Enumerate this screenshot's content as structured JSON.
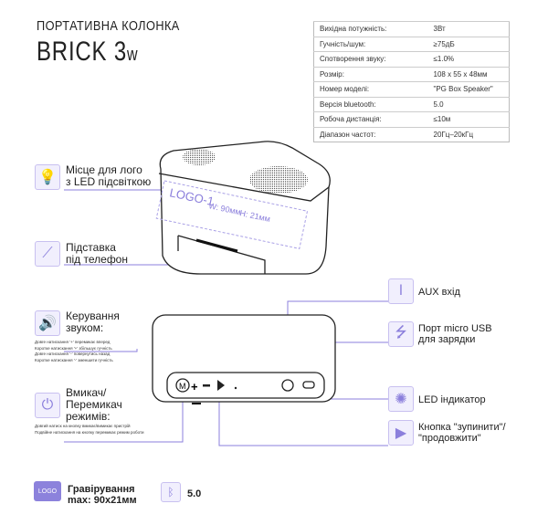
{
  "header": {
    "subtitle": "ПОРТАТИВНА КОЛОНКА",
    "title": "BRICK 3",
    "title_suffix": "w"
  },
  "specs": [
    [
      "Вихідна потужність:",
      "3Вт"
    ],
    [
      "Гучність/шум:",
      "≥75дБ"
    ],
    [
      "Спотворення звуку:",
      "≤1.0%"
    ],
    [
      "Розмір:",
      "108 x 55 x 48мм"
    ],
    [
      "Номер моделі:",
      "\"PG Box Speaker\""
    ],
    [
      "Версія bluetooth:",
      "5.0"
    ],
    [
      "Робоча дистанція:",
      "≤10м"
    ],
    [
      "Діапазон частот:",
      "20Гц–20кГц"
    ]
  ],
  "drawing": {
    "logo_text": "LOGO-1",
    "width_text": "W: 90мм",
    "height_text": "H: 21мм",
    "mode_button": "M"
  },
  "labels": {
    "logo_place": [
      "Місце для лого",
      "з LED підсвіткою"
    ],
    "stand": [
      "Підставка",
      "під телефон"
    ],
    "volume": [
      "Керування",
      "звуком:"
    ],
    "volume_notes": [
      "Довге натискання '+' перемикає вперед",
      "Коротке натискання '+' збільшує гучність",
      "Довге натискання '-' повернутись назад",
      "Коротке натискання '-' зменшити гучність"
    ],
    "power": [
      "Вмикач/",
      "Перемикач",
      "режимів:"
    ],
    "power_notes": [
      "Довгий натиск на кнопку вмикає/вимикає пристрій",
      "Подвійне натискання на кнопку перемикає режим роботи"
    ],
    "aux": "AUX вхід",
    "usb": [
      "Порт micro USB",
      "для зарядки"
    ],
    "led": "LED індикатор",
    "play": [
      "Кнопка \"зупинити\"/",
      "\"продовжити\""
    ]
  },
  "footer": {
    "logo_badge": "LOGO",
    "engraving": [
      "Гравірування",
      "max: 90x21мм"
    ],
    "bt_version": "5.0"
  },
  "colors": {
    "accent": "#8b7fdc"
  }
}
